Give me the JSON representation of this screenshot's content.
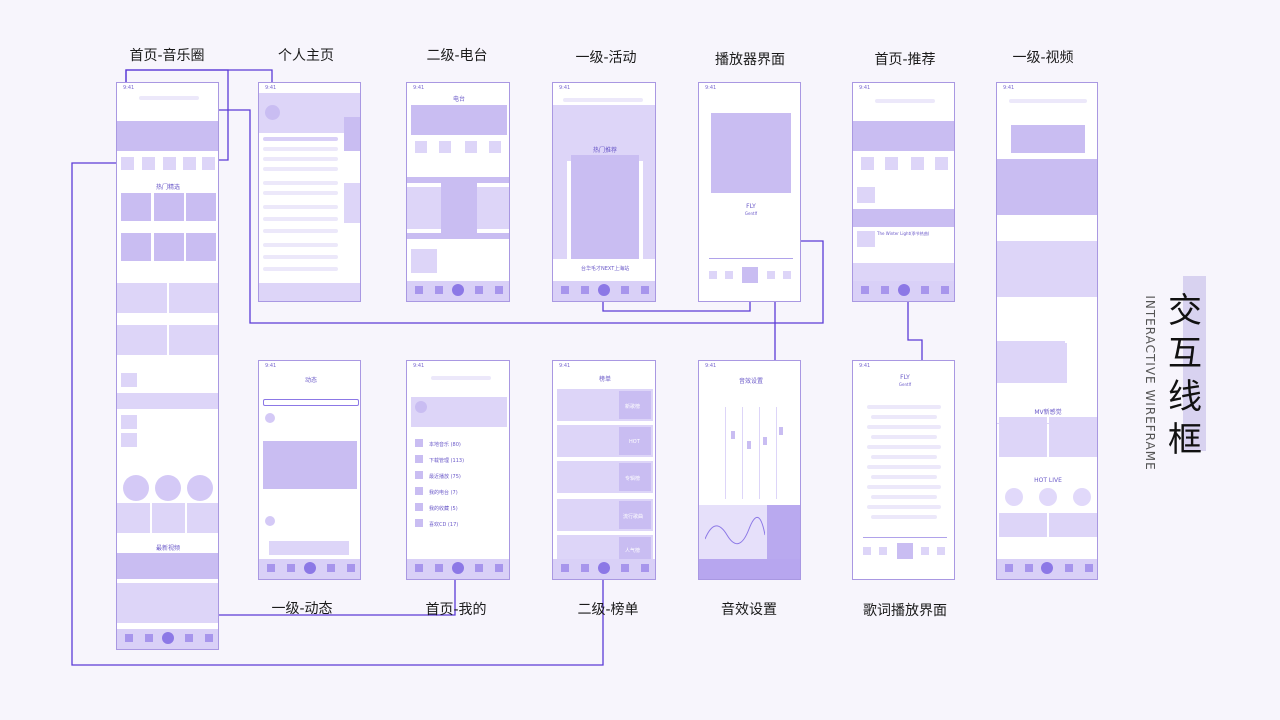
{
  "labels": {
    "home_music": "首页-音乐圈",
    "profile": "个人主页",
    "radio": "二级-电台",
    "activity": "一级-活动",
    "player": "播放器界面",
    "home_recommend": "首页-推荐",
    "video": "一级-视频",
    "feed": "一级-动态",
    "home_mine": "首页-我的",
    "charts": "二级-榜单",
    "sound": "音效设置",
    "lyrics": "歌词播放界面"
  },
  "title": {
    "cn": "交互线框",
    "en": "INTERACTIVE WIREFRAME"
  },
  "screens": {
    "radio_title": "电台",
    "activity_hot": "热门推荐",
    "player_song": "FLY",
    "player_artist": "Gentlf",
    "feed_title": "动态",
    "charts_title": "榜单",
    "sound_title": "音效设置",
    "lyrics_song": "FLY",
    "lyrics_artist": "Gentlf",
    "home_music_hot": "热门精选",
    "home_music_video": "最新视频",
    "video_hot_live": "HOT LIVE",
    "video_mv": "MV新感觉",
    "charts_rows": [
      "新歌榜",
      "HOT",
      "专辑榜",
      "流行歌曲",
      "人气榜"
    ],
    "mine_rows": [
      "本地音乐 (80)",
      "下载管理 (113)",
      "最近播放 (75)",
      "我的电台 (7)",
      "我的收藏 (5)",
      "喜欢CD (17)"
    ],
    "recommend_song": "The Winter Light(季节热曲)",
    "activity_caption": "台华毛才NEXT上海站"
  },
  "colors": {
    "accent": "#6a4fd8",
    "block": "#c9bdf2",
    "line": "#5b3bd6"
  }
}
